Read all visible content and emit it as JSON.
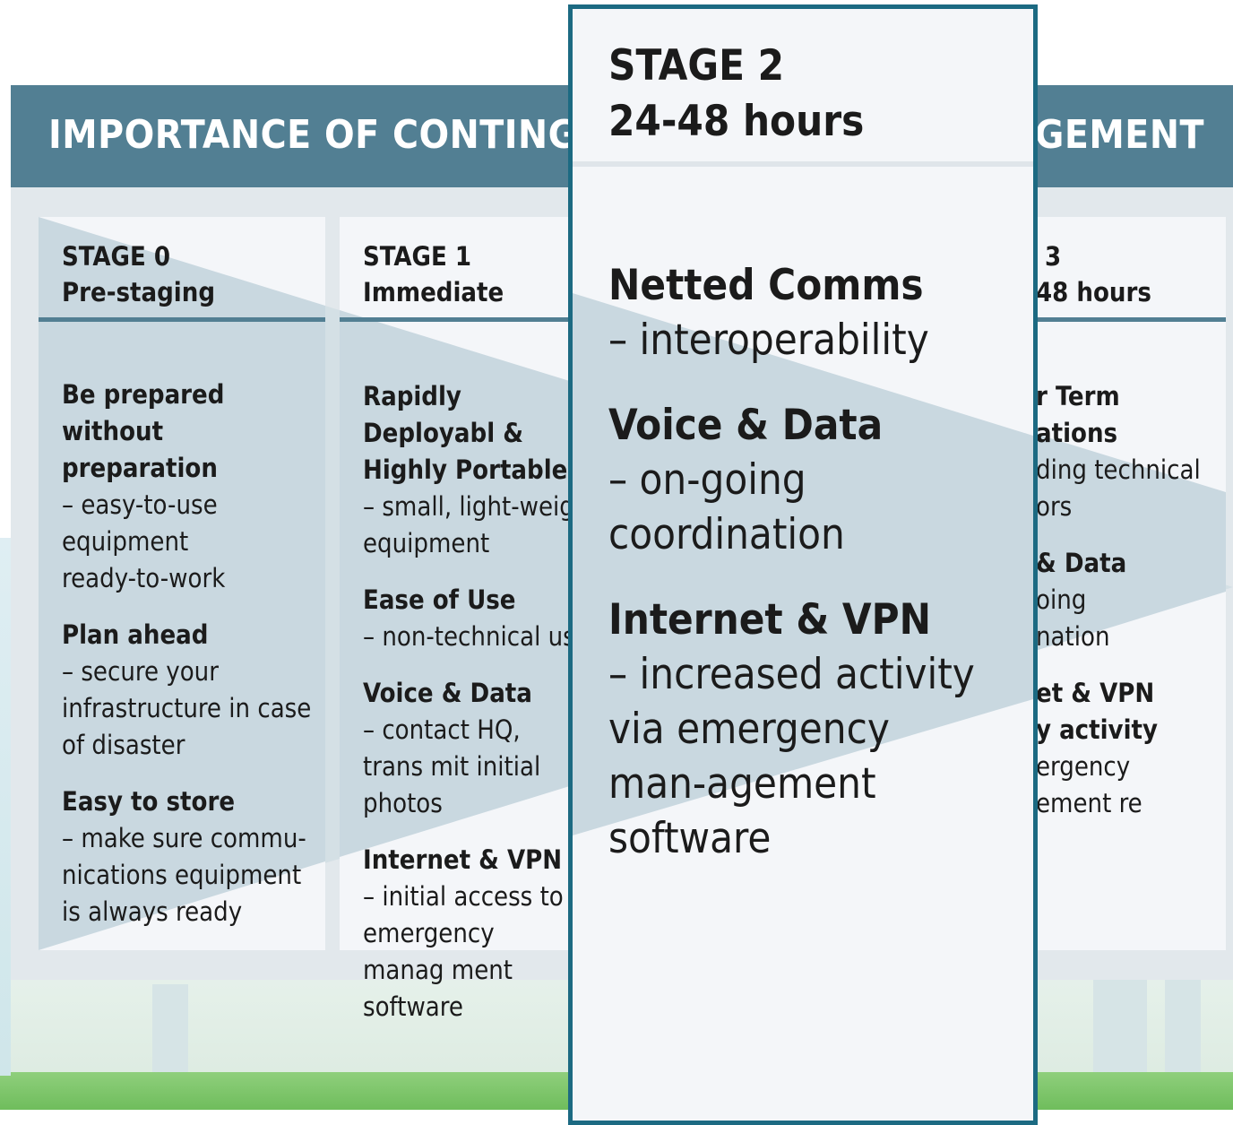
{
  "title_left": "IMPORTANCE OF CONTINGEN",
  "title_right": "AGEMENT",
  "stages": [
    {
      "title": "STAGE 0",
      "subtitle": "Pre-staging",
      "items": [
        {
          "heading": "Be prepared without preparation",
          "detail": "– easy-to-use equipment ready-to-work"
        },
        {
          "heading": "Plan ahead",
          "detail": "– secure your infrastructure in case of disaster"
        },
        {
          "heading": "Easy to store",
          "detail": "– make sure commu-nications equipment is always ready"
        }
      ]
    },
    {
      "title": "STAGE 1",
      "subtitle": "Immediate",
      "items": [
        {
          "heading": "Rapidly Deployabl & Highly Portable",
          "detail": "– small, light-weig equipment"
        },
        {
          "heading": "Ease of Use",
          "detail": "– non-technical us"
        },
        {
          "heading": "Voice & Data",
          "detail": "– contact HQ, trans mit initial photos"
        },
        {
          "heading": "Internet & VPN",
          "detail": "– initial access to emergency manag ment software"
        }
      ]
    },
    {
      "title": "STAGE 2",
      "subtitle": "24-48 hours",
      "items": [
        {
          "heading": "Netted Comms",
          "detail": "– interoperability"
        },
        {
          "heading": "Voice & Data",
          "detail": "– on-going coordination"
        },
        {
          "heading": "Internet & VPN",
          "detail": "– increased activity via emergency man-agement software"
        }
      ]
    },
    {
      "title": "3",
      "subtitle": "48 hours",
      "items": [
        {
          "heading": "r Term ations",
          "detail": "ding technical ors"
        },
        {
          "heading": "& Data",
          "detail": "oing nation"
        },
        {
          "heading": "et & VPN y activity",
          "detail": "ergency ement re"
        }
      ]
    }
  ]
}
